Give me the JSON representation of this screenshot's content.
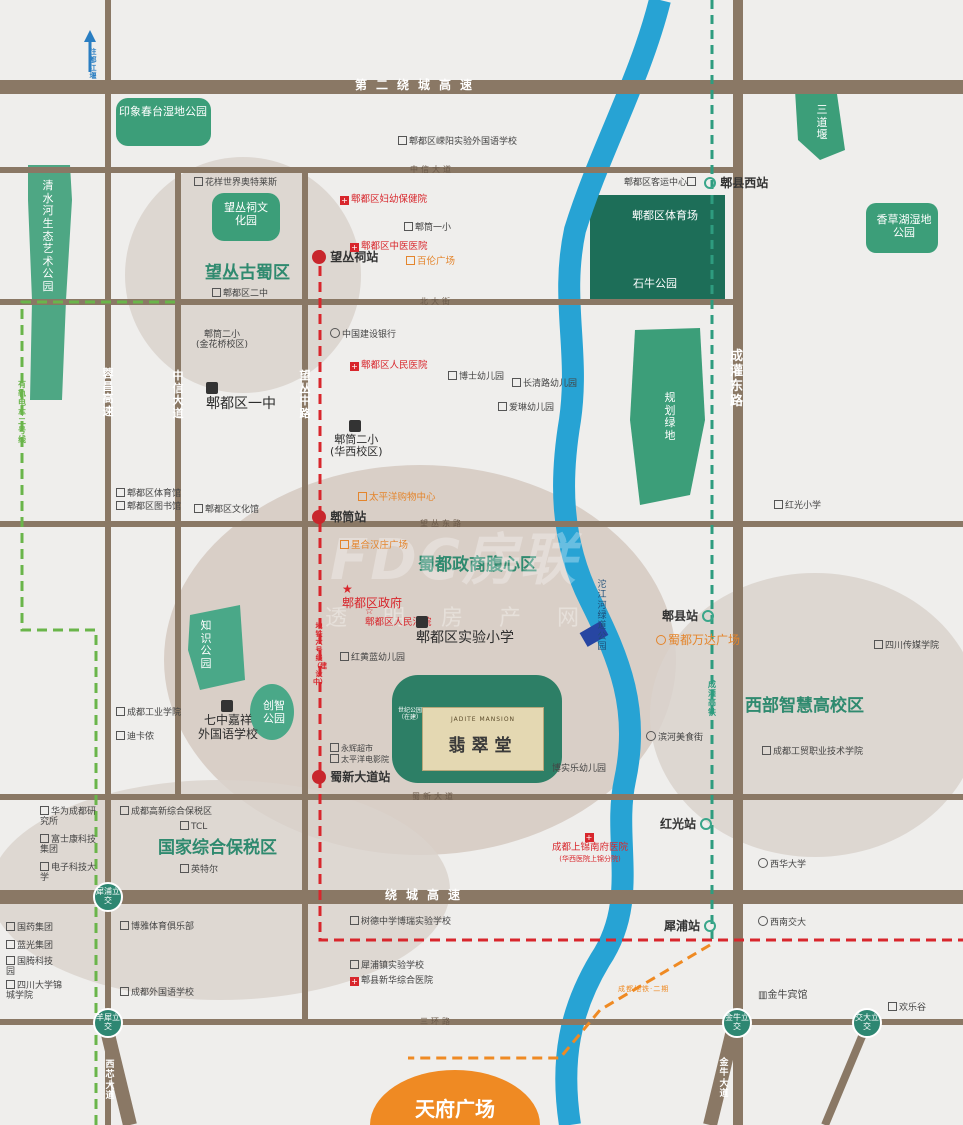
{
  "roads": {
    "ring2": "第二绕城高速",
    "ring": "绕城高速",
    "huanlu3": "三环路",
    "zhongxin_h": "中信大道",
    "beida": "北大街",
    "wangcong_e": "望丛东路",
    "shuxin": "蜀新大道",
    "rongchang": "蓉昌高速",
    "zhongxin_v": "中信大道",
    "wangcong_zh": "望丛中路",
    "chengguan": "成灌东路",
    "chengguan_rail": "成灌高铁",
    "xichang": "西芯大道",
    "jinniu": "金牛大道",
    "metro_line6": "地铁六号线（建设中）",
    "tram": "有轨电车二号线",
    "xipi_line": "成都地铁·二期",
    "to_dujiangyan": "往都江堰"
  },
  "zones": {
    "wangcong_gushu": "望丛古蜀区",
    "zhengshang": "蜀都政商腹心区",
    "xibu": "西部智慧高校区",
    "baoshui": "国家综合保税区"
  },
  "parks": {
    "yinxiang": "印象春台湿地公园",
    "qingshui": "清水河生态艺术公园",
    "wangcongci_park": "望丛祠文化园",
    "sandaoyan": "三道堰",
    "xiangcaohu": "香草湖湿地公园",
    "tiyuchang": "郫都区体育场",
    "shiniu": "石牛公园",
    "guihua": "规划绿地",
    "zhishi": "知识公园",
    "chuangzhi": "创智公园",
    "jiang_park": "沱江河绿道公园",
    "shidi_small": "世纪公园（在建）"
  },
  "stations": {
    "wangcongci": "望丛祠站",
    "pitong": "郫筒站",
    "shuxin": "蜀新大道站",
    "pixianxi": "郫县西站",
    "pixian": "郫县站",
    "hongguang": "红光站",
    "xipu": "犀浦站"
  },
  "junctions": {
    "xipu_lj": "犀浦立交",
    "yangxi": "羊犀立交",
    "jinniu_lj": "金牛立交",
    "jiaoda_lj": "交大立交"
  },
  "pois_red": {
    "fuyou": "郫都区妇幼保健院",
    "zhongyi": "郫都区中医医院",
    "renmin_hosp": "郫都区人民医院",
    "zhengfu": "郫都区政府",
    "fayuan": "郫都区人民法院",
    "shangjin": "成都上锦南府医院",
    "shangjin_sub": "(华西医院上锦分院)"
  },
  "pois_orange": {
    "bailun": "百伦广场",
    "taipingyang": "太平洋购物中心",
    "baiyi": "星合汉庄广场",
    "wanda": "蜀都万达广场"
  },
  "pois": {
    "pixian_school": "郫都区嵘阳实验外国语学校",
    "huayang": "花样世界奥特莱斯",
    "pitong1": "郫筒一小",
    "pidu2zhong": "郫都区二中",
    "jianshe": "中国建设银行",
    "boshi": "博士幼儿园",
    "changqing": "长清路幼儿园",
    "aiyi": "爱琳幼儿园",
    "keyun": "郫都区客运中心",
    "tiyuguan": "郫都区体育馆",
    "tushuguan": "郫都区图书馆",
    "wenhuaguan": "郫都区文化馆",
    "hongguang_xx": "红光小学",
    "chuanmei": "四川传媒学院",
    "gongmao": "成都工贸职业技术学院",
    "binhe": "滨河美食街",
    "chengdu_gongye": "成都工业学院",
    "dikanong": "迪卡侬",
    "yonghui": "永辉超市",
    "taipingyang_dy": "太平洋电影院",
    "huawei": "华为成都研究所",
    "fushikang": "富士康科技集团",
    "dianzi": "电子科技大学",
    "gaoxin_zone": "成都高新综合保税区",
    "tcl": "TCL",
    "intel": "英特尔",
    "xihua": "西华大学",
    "xinan": "西南交大",
    "jinniu_hotel": "金牛宾馆",
    "huanle": "欢乐谷",
    "shude": "树德中学博瑞实验学校",
    "xipu_school": "犀浦镇实验学校",
    "xinhua_hosp": "郫县新华综合医院",
    "guoyao": "国药集团",
    "languang": "蓝光集团",
    "guoteng": "国腾科技园",
    "sichuan_u": "四川大学锦城学院",
    "boya": "博雅体育俱乐部",
    "waiguoyu": "成都外国语学校",
    "hongling_you": "红黄蓝幼儿园",
    "boshi_le": "博实乐幼儿园"
  },
  "schools_big": {
    "pidu1zhong": "郫都区一中",
    "pitong2_a": "郫筒二小",
    "pitong2_a_sub": "(金花桥校区)",
    "pitong2_b": "郫筒二小",
    "pitong2_b_sub": "(华西校区)",
    "shiyan": "郫都区实验小学",
    "qizhong": "七中嘉祥",
    "qizhong2": "外国语学校"
  },
  "project": {
    "en": "JADITE MANSION",
    "cn": "翡翠堂"
  },
  "tianfu": "天府广场",
  "watermark": {
    "text": "FDC房联",
    "sub": "透明房产网"
  }
}
